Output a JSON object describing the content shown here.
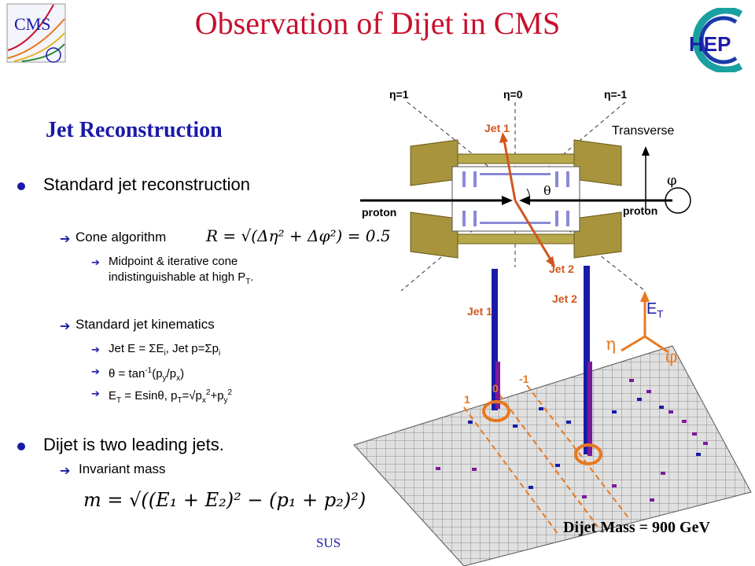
{
  "header": {
    "title": "Observation of Dijet in CMS",
    "cms_logo_text": "CMS",
    "hep_logo_text": "HEP"
  },
  "subtitle": "Jet Reconstruction",
  "bullets": {
    "b1": "Standard jet reconstruction",
    "b1_sub1": "Cone algorithm",
    "b1_sub1_formula": "R = √(Δη² + Δφ²) = 0.5",
    "b1_sub1_item1_line1": "Midpoint & iterative cone",
    "b1_sub1_item1_line2": "indistinguishable at high P",
    "b1_sub1_item1_sub": "T",
    "b1_sub2": "Standard jet kinematics",
    "b1_sub2_item1": "Jet E = ΣE",
    "b1_sub2_item1_sub": "i",
    "b1_sub2_item1_b": ", Jet p=Σp",
    "b1_sub2_item1_sub2": "i",
    "b1_sub2_item2": "θ = tan",
    "b1_sub2_item2_sup": "-1",
    "b1_sub2_item2_b": "(p",
    "b1_sub2_item2_sub1": "y",
    "b1_sub2_item2_c": "/p",
    "b1_sub2_item2_sub2": "x",
    "b1_sub2_item2_d": ")",
    "b1_sub2_item3": "E",
    "b1_sub2_item3_sub": "T",
    "b1_sub2_item3_b": " = Esinθ, p",
    "b1_sub2_item3_sub2": "T",
    "b1_sub2_item3_c": "=√p",
    "b1_sub2_item3_sub3": "x",
    "b1_sub2_item3_sup3": "2",
    "b1_sub2_item3_d": "+p",
    "b1_sub2_item3_sub4": "y",
    "b1_sub2_item3_sup4": "2",
    "b2": "Dijet is two leading jets.",
    "b2_sub1": "Invariant mass",
    "b2_formula": "m = √((E₁ + E₂)² − (p₁ + p₂)²)"
  },
  "diagram": {
    "eta_pos1": "η=1",
    "eta_zero": "η=0",
    "eta_neg1": "η=-1",
    "jet1": "Jet 1",
    "jet2": "Jet 2",
    "transverse": "Transverse",
    "phi": "φ",
    "theta": "θ",
    "proton_left": "proton",
    "proton_right": "proton"
  },
  "lego": {
    "jet1": "Jet 1",
    "jet2": "Jet 2",
    "et_label": "E",
    "et_sub": "T",
    "eta": "η",
    "phi": "φ",
    "eta_tick_1": "1",
    "eta_tick_0": "0",
    "eta_tick_m1": "-1",
    "mass": "Dijet Mass = 900 GeV"
  },
  "footer": "SUS",
  "colors": {
    "title": "#c8102e",
    "subtitle": "#1a1aa8",
    "jet_arrow": "#d2561f",
    "tower": "#1a1aa8",
    "tower_purple": "#7a1a9a",
    "orange": "#e8791f"
  }
}
